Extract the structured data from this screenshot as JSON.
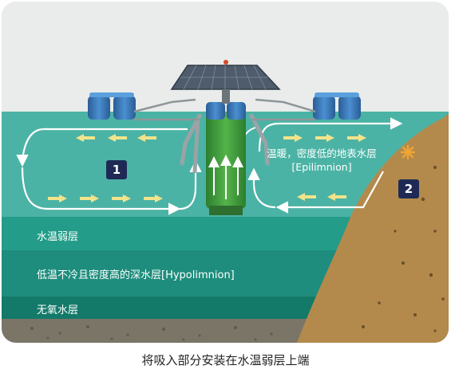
{
  "labels": {
    "epilimnion_cn": "温暖，密度低的地表水层",
    "epilimnion_en": "[Epilimnion]",
    "thermocline": "水温弱层",
    "hypolimnion": "低温不冷且密度高的深水层[Hypolimnion]",
    "anoxic": "无氧水层"
  },
  "badges": {
    "one": "1",
    "two": "2"
  },
  "caption": "将吸入部分安装在水温弱层上端",
  "colors": {
    "sky": "#e9ecea",
    "surface_water": "#4bb3a5",
    "thermocline_water": "#239a89",
    "hypolimnion_water": "#1f8c7c",
    "anoxic_water": "#127868",
    "bank": "#b38a4c",
    "bottom": "#7b7568",
    "tube": "#3c9a3c",
    "float": "#2f6fb0",
    "badge": "#1e2a55",
    "arrow": "#f1e48a"
  }
}
